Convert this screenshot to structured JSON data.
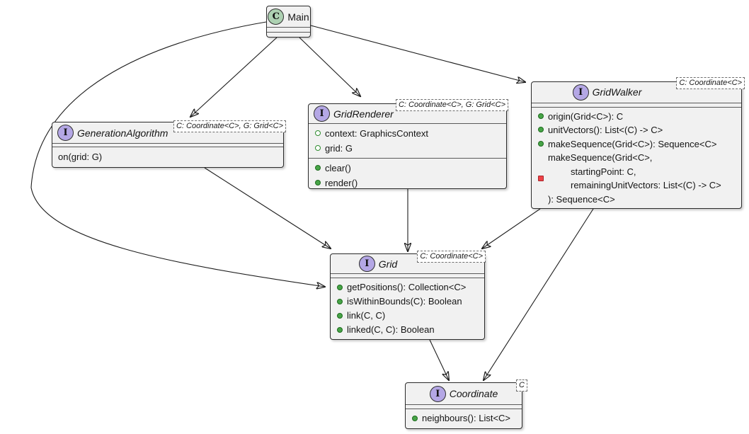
{
  "diagram_title": "UML class diagram",
  "colors": {
    "box_fill": "#F1F1F1",
    "box_border": "#2b2b2b",
    "class_icon_fill": "#ADD1B2",
    "interface_icon_fill": "#B4A7E5",
    "public_method_icon": "#47A447",
    "public_field_icon_ring": "#2E8B2E",
    "private_method_icon": "#EE4247",
    "edge": "#1d1d1d"
  },
  "classes": [
    {
      "name": "Main",
      "kind": "class",
      "icon_letter": "C",
      "generics": "",
      "fields": [],
      "methods": []
    },
    {
      "name": "GenerationAlgorithm",
      "kind": "interface",
      "icon_letter": "I",
      "generics": "C: Coordinate<C>, G: Grid<C>",
      "fields": [],
      "methods": [
        {
          "visibility": "none",
          "text": "on(grid: G)"
        }
      ]
    },
    {
      "name": "GridRenderer",
      "kind": "interface",
      "icon_letter": "I",
      "generics": "C: Coordinate<C>, G: Grid<C>",
      "fields": [
        {
          "visibility": "public",
          "text": "context: GraphicsContext"
        },
        {
          "visibility": "public",
          "text": "grid: G"
        }
      ],
      "methods": [
        {
          "visibility": "public",
          "text": "clear()"
        },
        {
          "visibility": "public",
          "text": "render()"
        }
      ]
    },
    {
      "name": "GridWalker",
      "kind": "interface",
      "icon_letter": "I",
      "generics": "C: Coordinate<C>",
      "fields": [],
      "methods": [
        {
          "visibility": "public",
          "text": "origin(Grid<C>): C"
        },
        {
          "visibility": "public",
          "text": "unitVectors(): List<(C) -> C>"
        },
        {
          "visibility": "public",
          "text": "makeSequence(Grid<C>): Sequence<C>"
        },
        {
          "visibility": "private",
          "lines": [
            "makeSequence(Grid<C>,",
            "startingPoint: C,",
            "remainingUnitVectors: List<(C) -> C>",
            "): Sequence<C>"
          ]
        }
      ]
    },
    {
      "name": "Grid",
      "kind": "interface",
      "icon_letter": "I",
      "generics": "C: Coordinate<C>",
      "fields": [],
      "methods": [
        {
          "visibility": "public",
          "text": "getPositions(): Collection<C>"
        },
        {
          "visibility": "public",
          "text": "isWithinBounds(C): Boolean"
        },
        {
          "visibility": "public",
          "text": "link(C, C)"
        },
        {
          "visibility": "public",
          "text": "linked(C, C): Boolean"
        }
      ]
    },
    {
      "name": "Coordinate",
      "kind": "interface",
      "icon_letter": "I",
      "generics": "C",
      "fields": [],
      "methods": [
        {
          "visibility": "public",
          "text": "neighbours(): List<C>"
        }
      ]
    }
  ],
  "relations": [
    {
      "from": "Main",
      "to": "GenerationAlgorithm"
    },
    {
      "from": "Main",
      "to": "GridRenderer"
    },
    {
      "from": "Main",
      "to": "GridWalker"
    },
    {
      "from": "Main",
      "to": "Grid"
    },
    {
      "from": "GenerationAlgorithm",
      "to": "Grid"
    },
    {
      "from": "GridRenderer",
      "to": "Grid"
    },
    {
      "from": "GridWalker",
      "to": "Grid"
    },
    {
      "from": "GridWalker",
      "to": "Coordinate"
    },
    {
      "from": "Grid",
      "to": "Coordinate"
    }
  ]
}
